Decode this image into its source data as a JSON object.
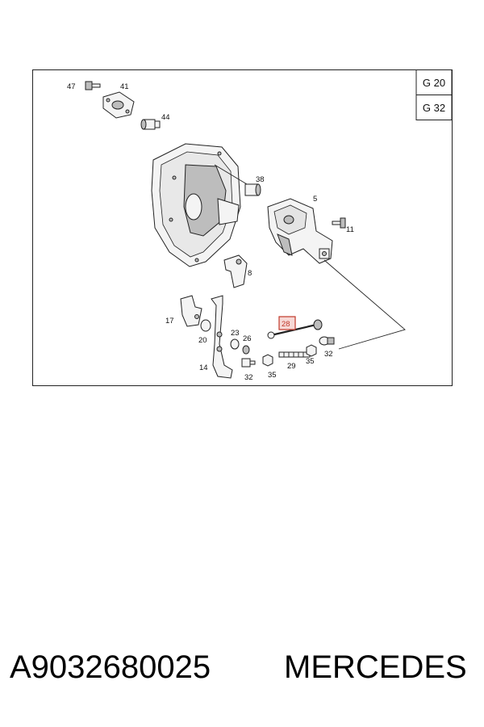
{
  "diagram": {
    "group_labels": [
      "G 20",
      "G 32"
    ],
    "callouts": {
      "c47": "47",
      "c41": "41",
      "c44": "44",
      "c38": "38",
      "c5": "5",
      "c11": "11",
      "c8": "8",
      "c17": "17",
      "c20": "20",
      "c23": "23",
      "c26": "26",
      "c28": "28",
      "c32a": "32",
      "c32b": "32",
      "c14": "14",
      "c35a": "35",
      "c35b": "35",
      "c29": "29"
    },
    "highlighted_callout": "28",
    "highlight_color": "#c0392b"
  },
  "footer": {
    "part_number": "A9032680025",
    "brand": "MERCEDES"
  }
}
